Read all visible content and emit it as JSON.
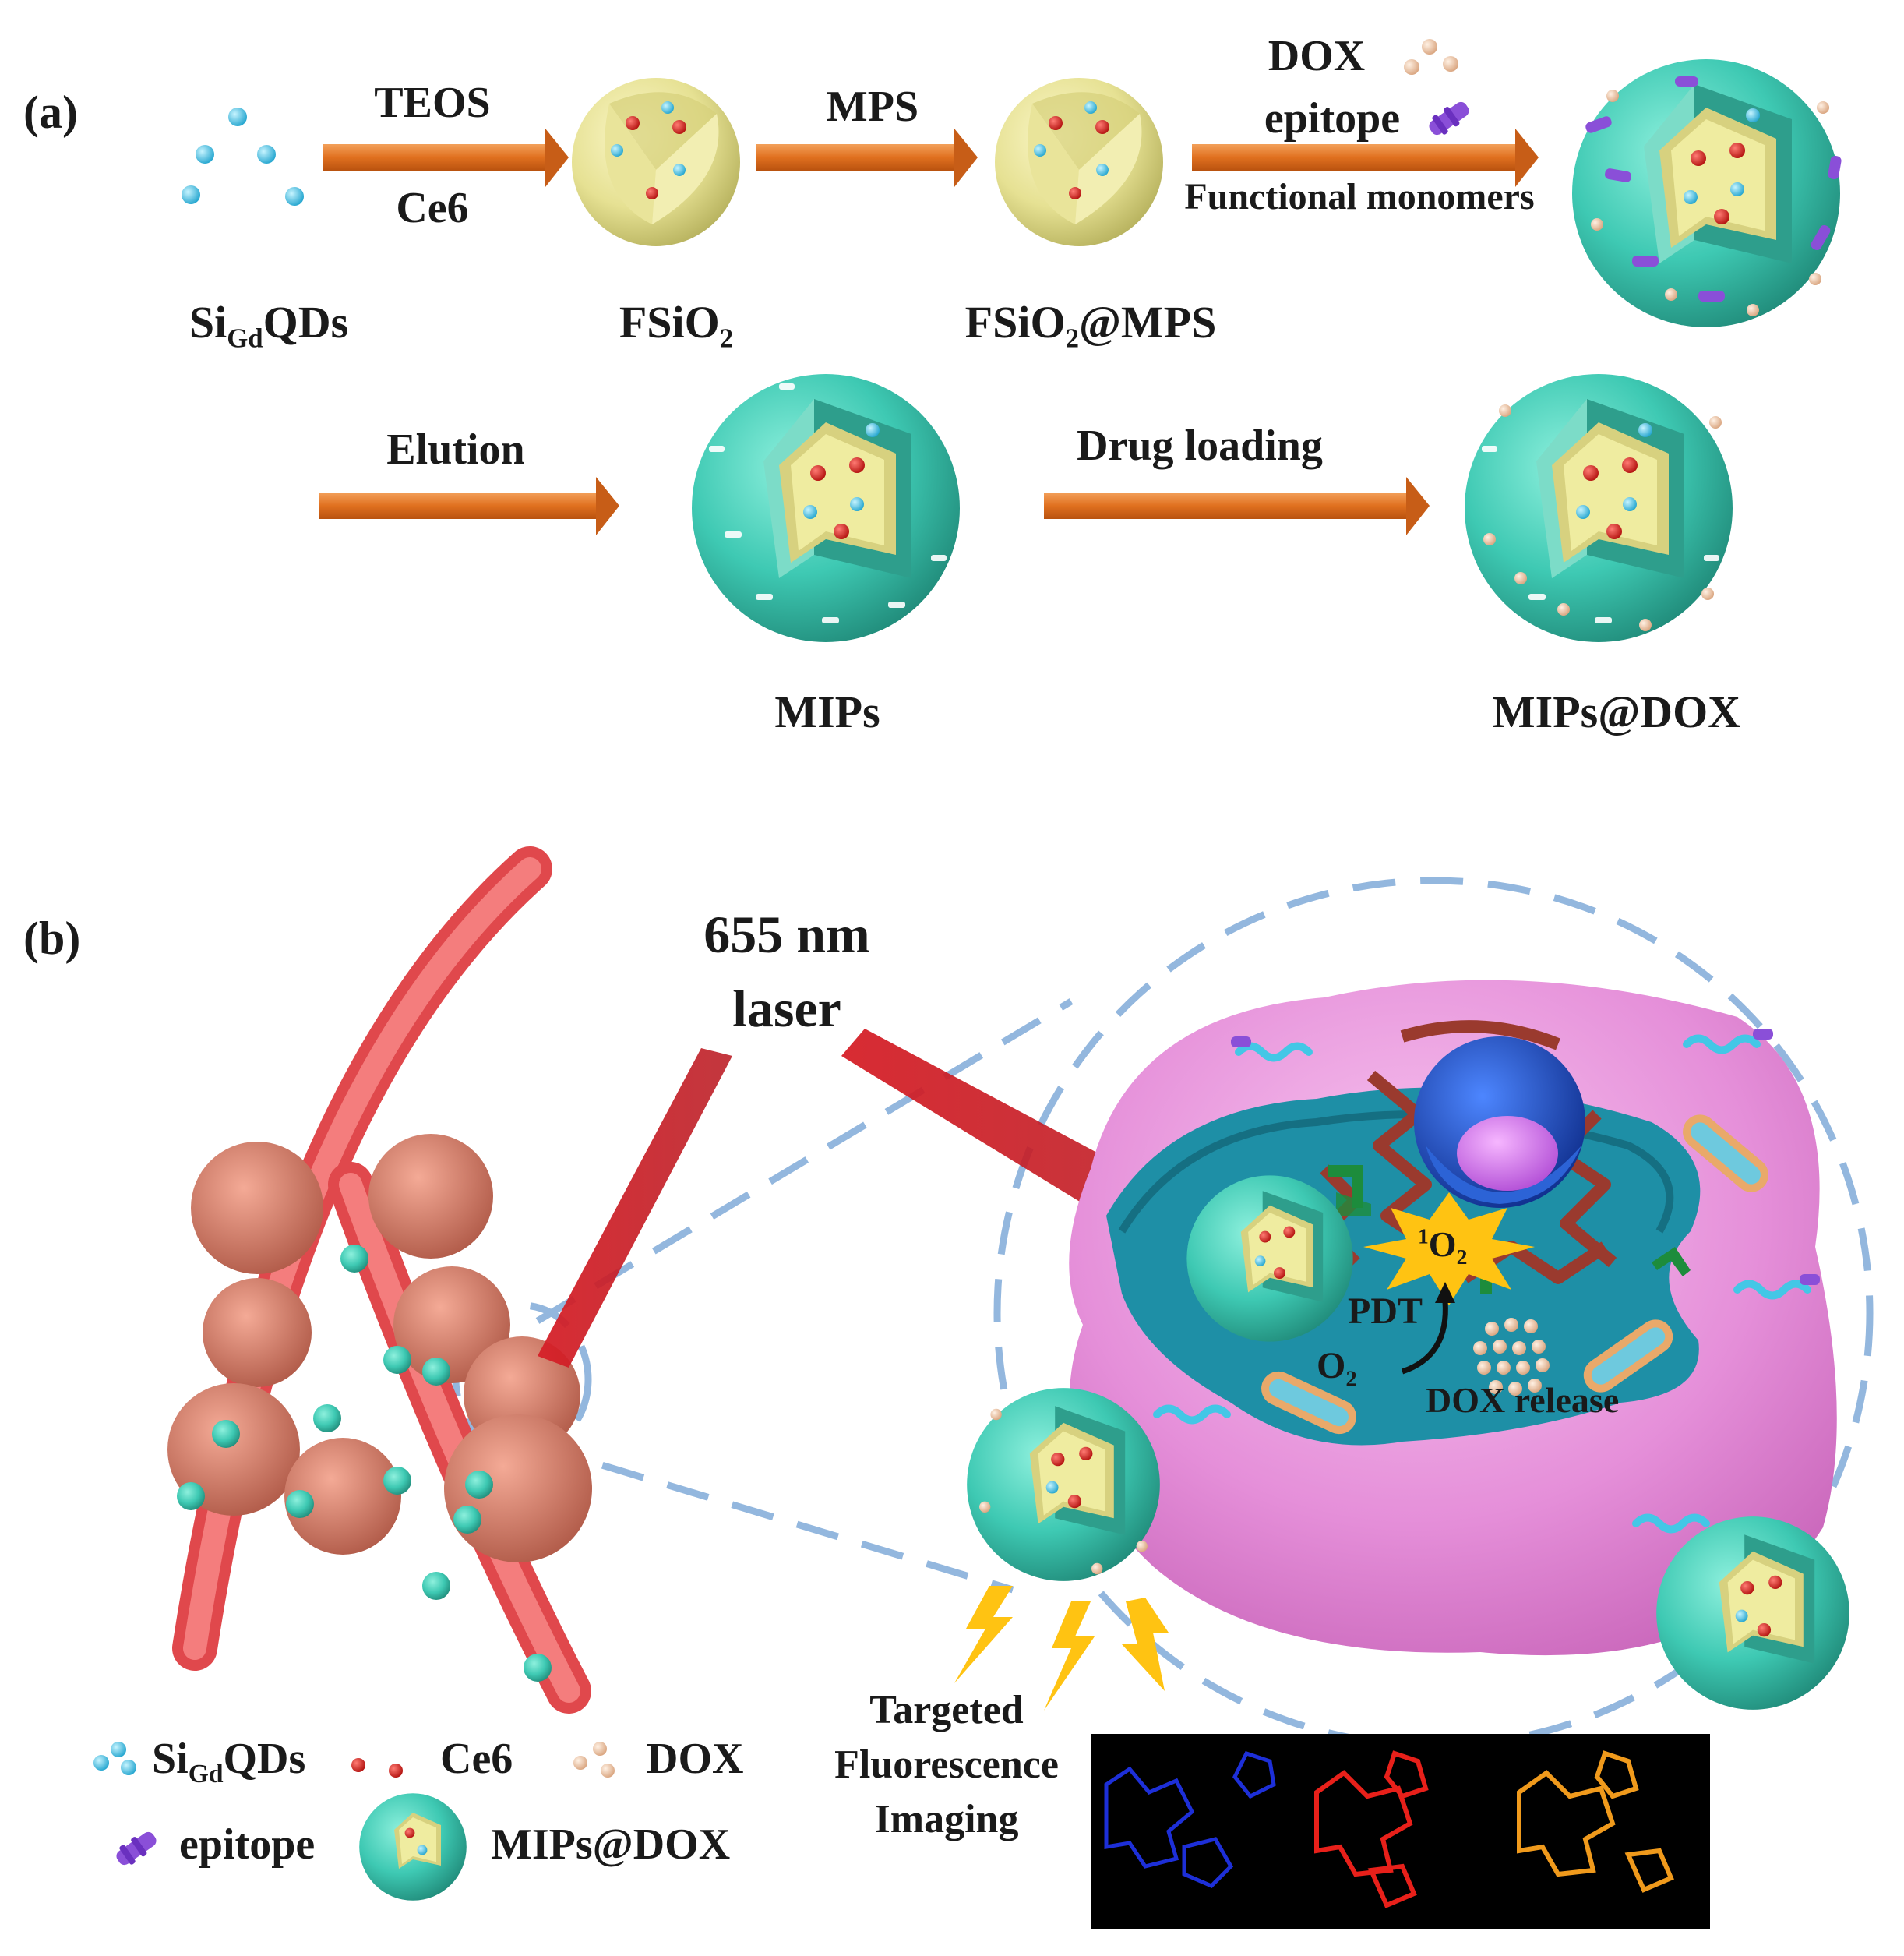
{
  "panel_a": {
    "label": "(a)",
    "steps": [
      {
        "top": "TEOS",
        "bottom": "Ce6"
      },
      {
        "top": "MPS",
        "bottom": ""
      },
      {
        "top_line1": "DOX",
        "top_line2": "epitope",
        "bottom": "Functional monomers"
      }
    ],
    "particles": {
      "qds_main": "Si",
      "qds_sub": "Gd",
      "qds_tail": "QDs",
      "fsio2_main": "FSiO",
      "fsio2_sub": "2",
      "fsio2mps_main": "FSiO",
      "fsio2mps_sub": "2",
      "fsio2mps_tail": "@MPS"
    },
    "row2": {
      "elution": "Elution",
      "drug_loading": "Drug loading",
      "mips": "MIPs",
      "mips_dox": "MIPs@DOX"
    }
  },
  "panel_b": {
    "label": "(b)",
    "laser_line1": "655 nm",
    "laser_line2": "laser",
    "singlet_sup": "1",
    "singlet_main": "O",
    "singlet_sub": "2",
    "pdt": "PDT",
    "o2_main": "O",
    "o2_sub": "2",
    "dox_release": "DOX release",
    "imaging_line1": "Targeted",
    "imaging_line2": "Fluorescence",
    "imaging_line3": "Imaging"
  },
  "legend": {
    "qds_main": "Si",
    "qds_sub": "Gd",
    "qds_tail": "QDs",
    "ce6": "Ce6",
    "dox": "DOX",
    "epitope": "epitope",
    "mips_dox": "MIPs@DOX"
  },
  "colors": {
    "arrow": "#e0701f",
    "teal_shell": "#3ec9b3",
    "yellow_core": "#efeca0",
    "qd_cyan": "#3fc7e8",
    "ce6_red": "#d8201c",
    "dox_beige": "#f0c8a8",
    "epitope_purple": "#8a4fd8",
    "vessel_red": "#f0585a",
    "laser_red": "#cc1e24",
    "cell_pink": "#e58fd9",
    "cytoplasm_teal": "#1e8fa6",
    "nucleus_blue": "#1a4fc4",
    "starburst_yellow": "#ffc312",
    "dashed_blue": "#93b7de"
  }
}
